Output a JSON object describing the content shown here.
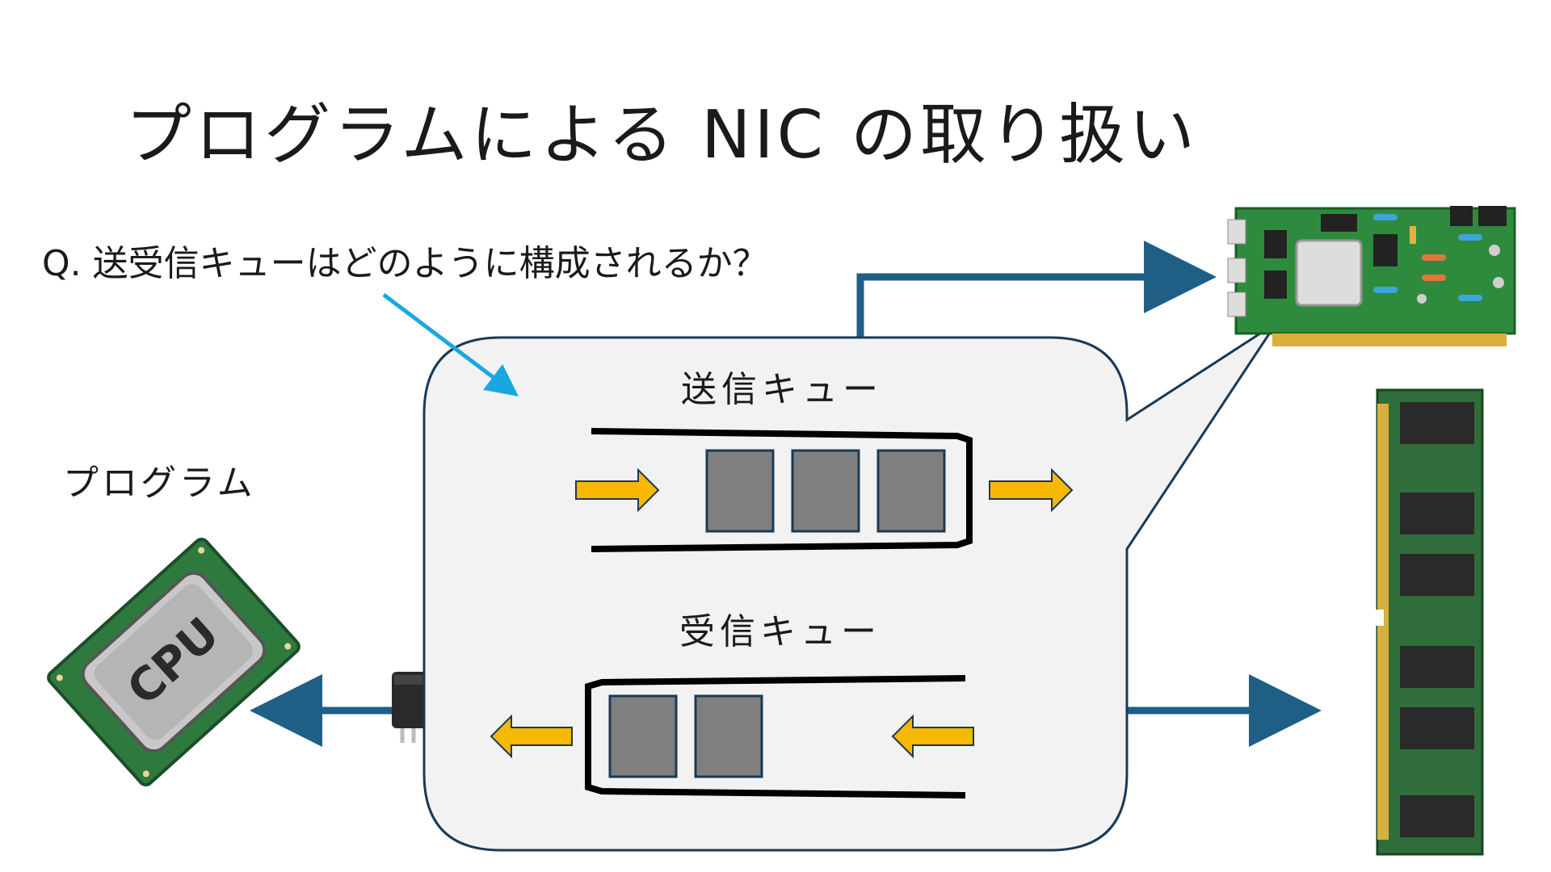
{
  "title": "プログラムによる NIC の取り扱い",
  "question": "Q. 送受信キューはどのように構成されるか？",
  "program_label": "プログラム",
  "send_queue": {
    "label": "送信キュー",
    "items": 3
  },
  "recv_queue": {
    "label": "受信キュー",
    "items": 2
  },
  "cpu_label": "CPU",
  "colors": {
    "arrow_dark": "#1f5f85",
    "arrow_light": "#1aa7e0",
    "yellow": "#f6b800",
    "packet": "#7f7f7f",
    "bubble": "#f2f2f2",
    "pcb_green": "#2e8b3e",
    "ram_green": "#2f6e3a"
  },
  "icons": [
    "cpu-icon",
    "nic-card-icon",
    "memory-module-icon",
    "chip-icon"
  ]
}
